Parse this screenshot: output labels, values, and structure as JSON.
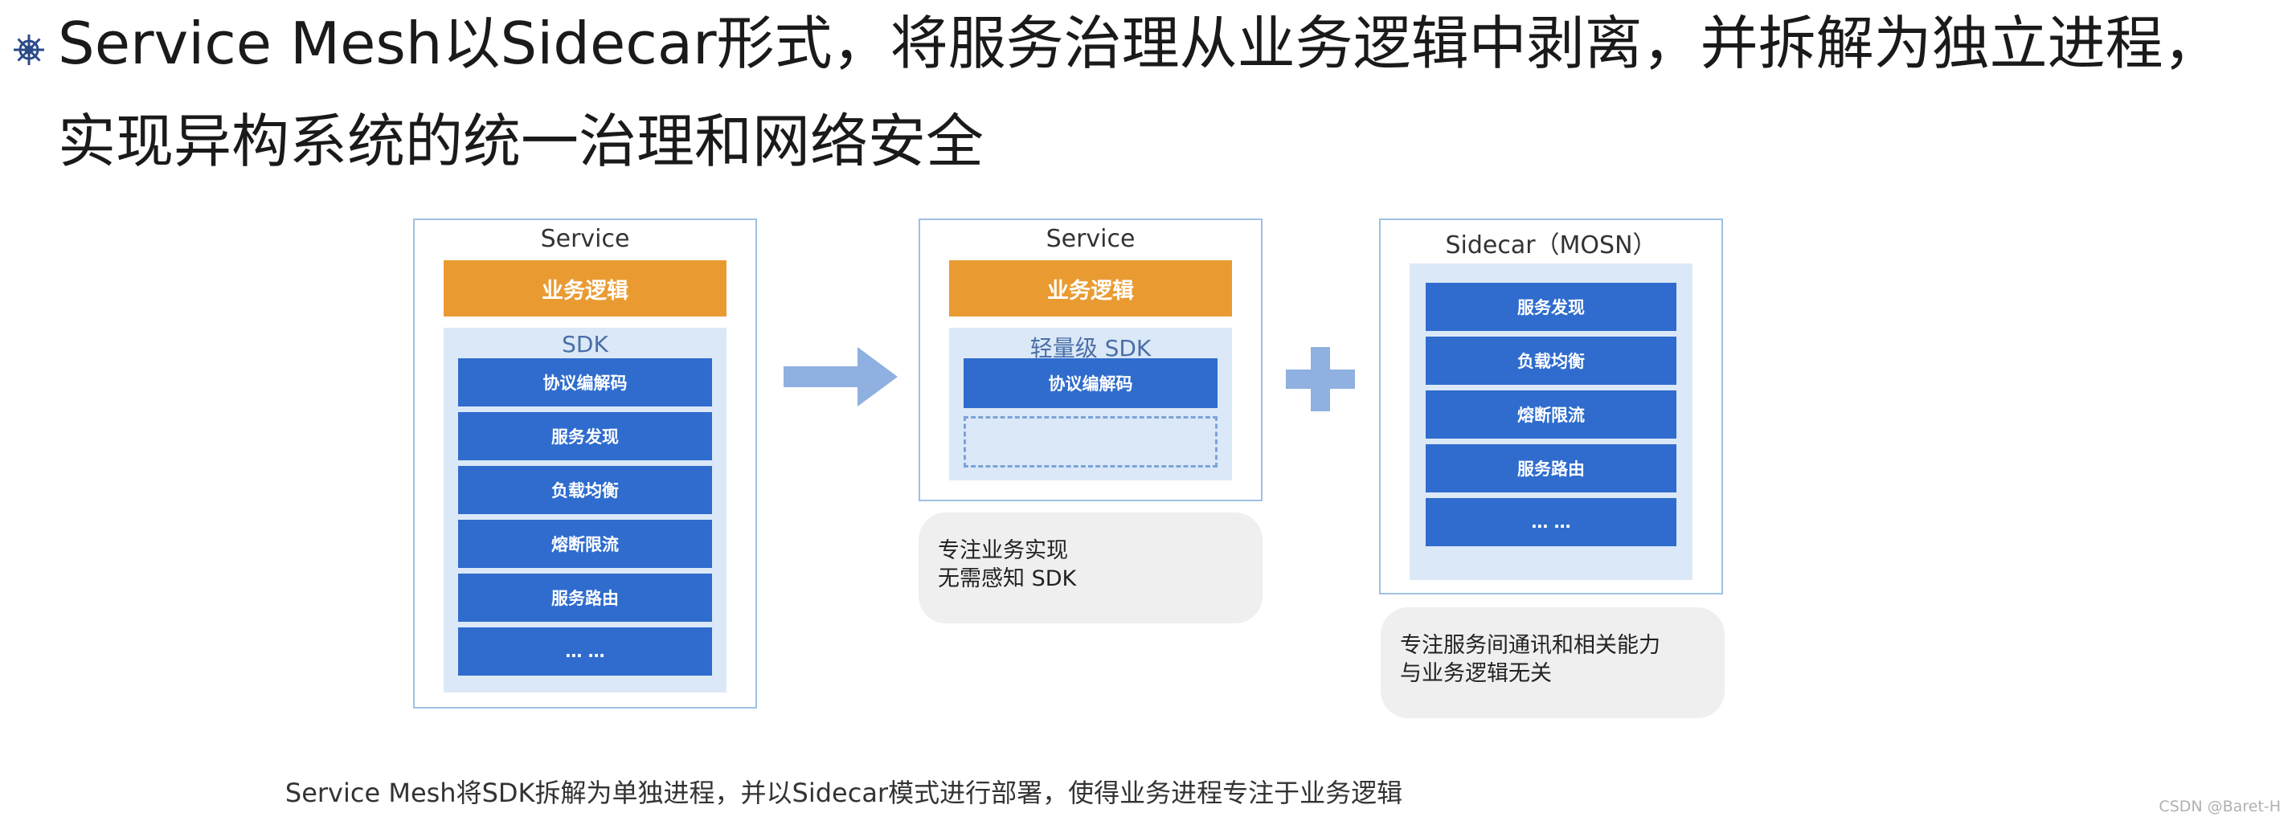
{
  "heading": {
    "line1": "Service Mesh以Sidecar形式，将服务治理从业务逻辑中剥离，并拆解为独立进程，",
    "line2": "实现异构系统的统一治理和网络安全"
  },
  "panel_left": {
    "title": "Service",
    "business_logic": "业务逻辑",
    "sdk_title": "SDK",
    "items": [
      "协议编解码",
      "服务发现",
      "负载均衡",
      "熔断限流",
      "服务路由",
      "… …"
    ]
  },
  "panel_middle": {
    "title": "Service",
    "business_logic": "业务逻辑",
    "sdk_title": "轻量级 SDK",
    "items": [
      "协议编解码"
    ],
    "note": [
      "专注业务实现",
      "无需感知 SDK"
    ]
  },
  "panel_right": {
    "title": "Sidecar（MOSN）",
    "items": [
      "服务发现",
      "负载均衡",
      "熔断限流",
      "服务路由",
      "… …"
    ],
    "note": [
      "专注服务间通讯和相关能力",
      "与业务逻辑无关"
    ]
  },
  "caption": "Service Mesh将SDK拆解为单独进程，并以Sidecar模式进行部署，使得业务进程专注于业务逻辑",
  "watermark": "CSDN @Baret-H",
  "colors": {
    "orange": "#e99b32",
    "blue_item": "#2f6ccd",
    "light_blue": "#dbe8f7",
    "border": "#9ec1e3",
    "arrow": "#8fb0e0"
  }
}
